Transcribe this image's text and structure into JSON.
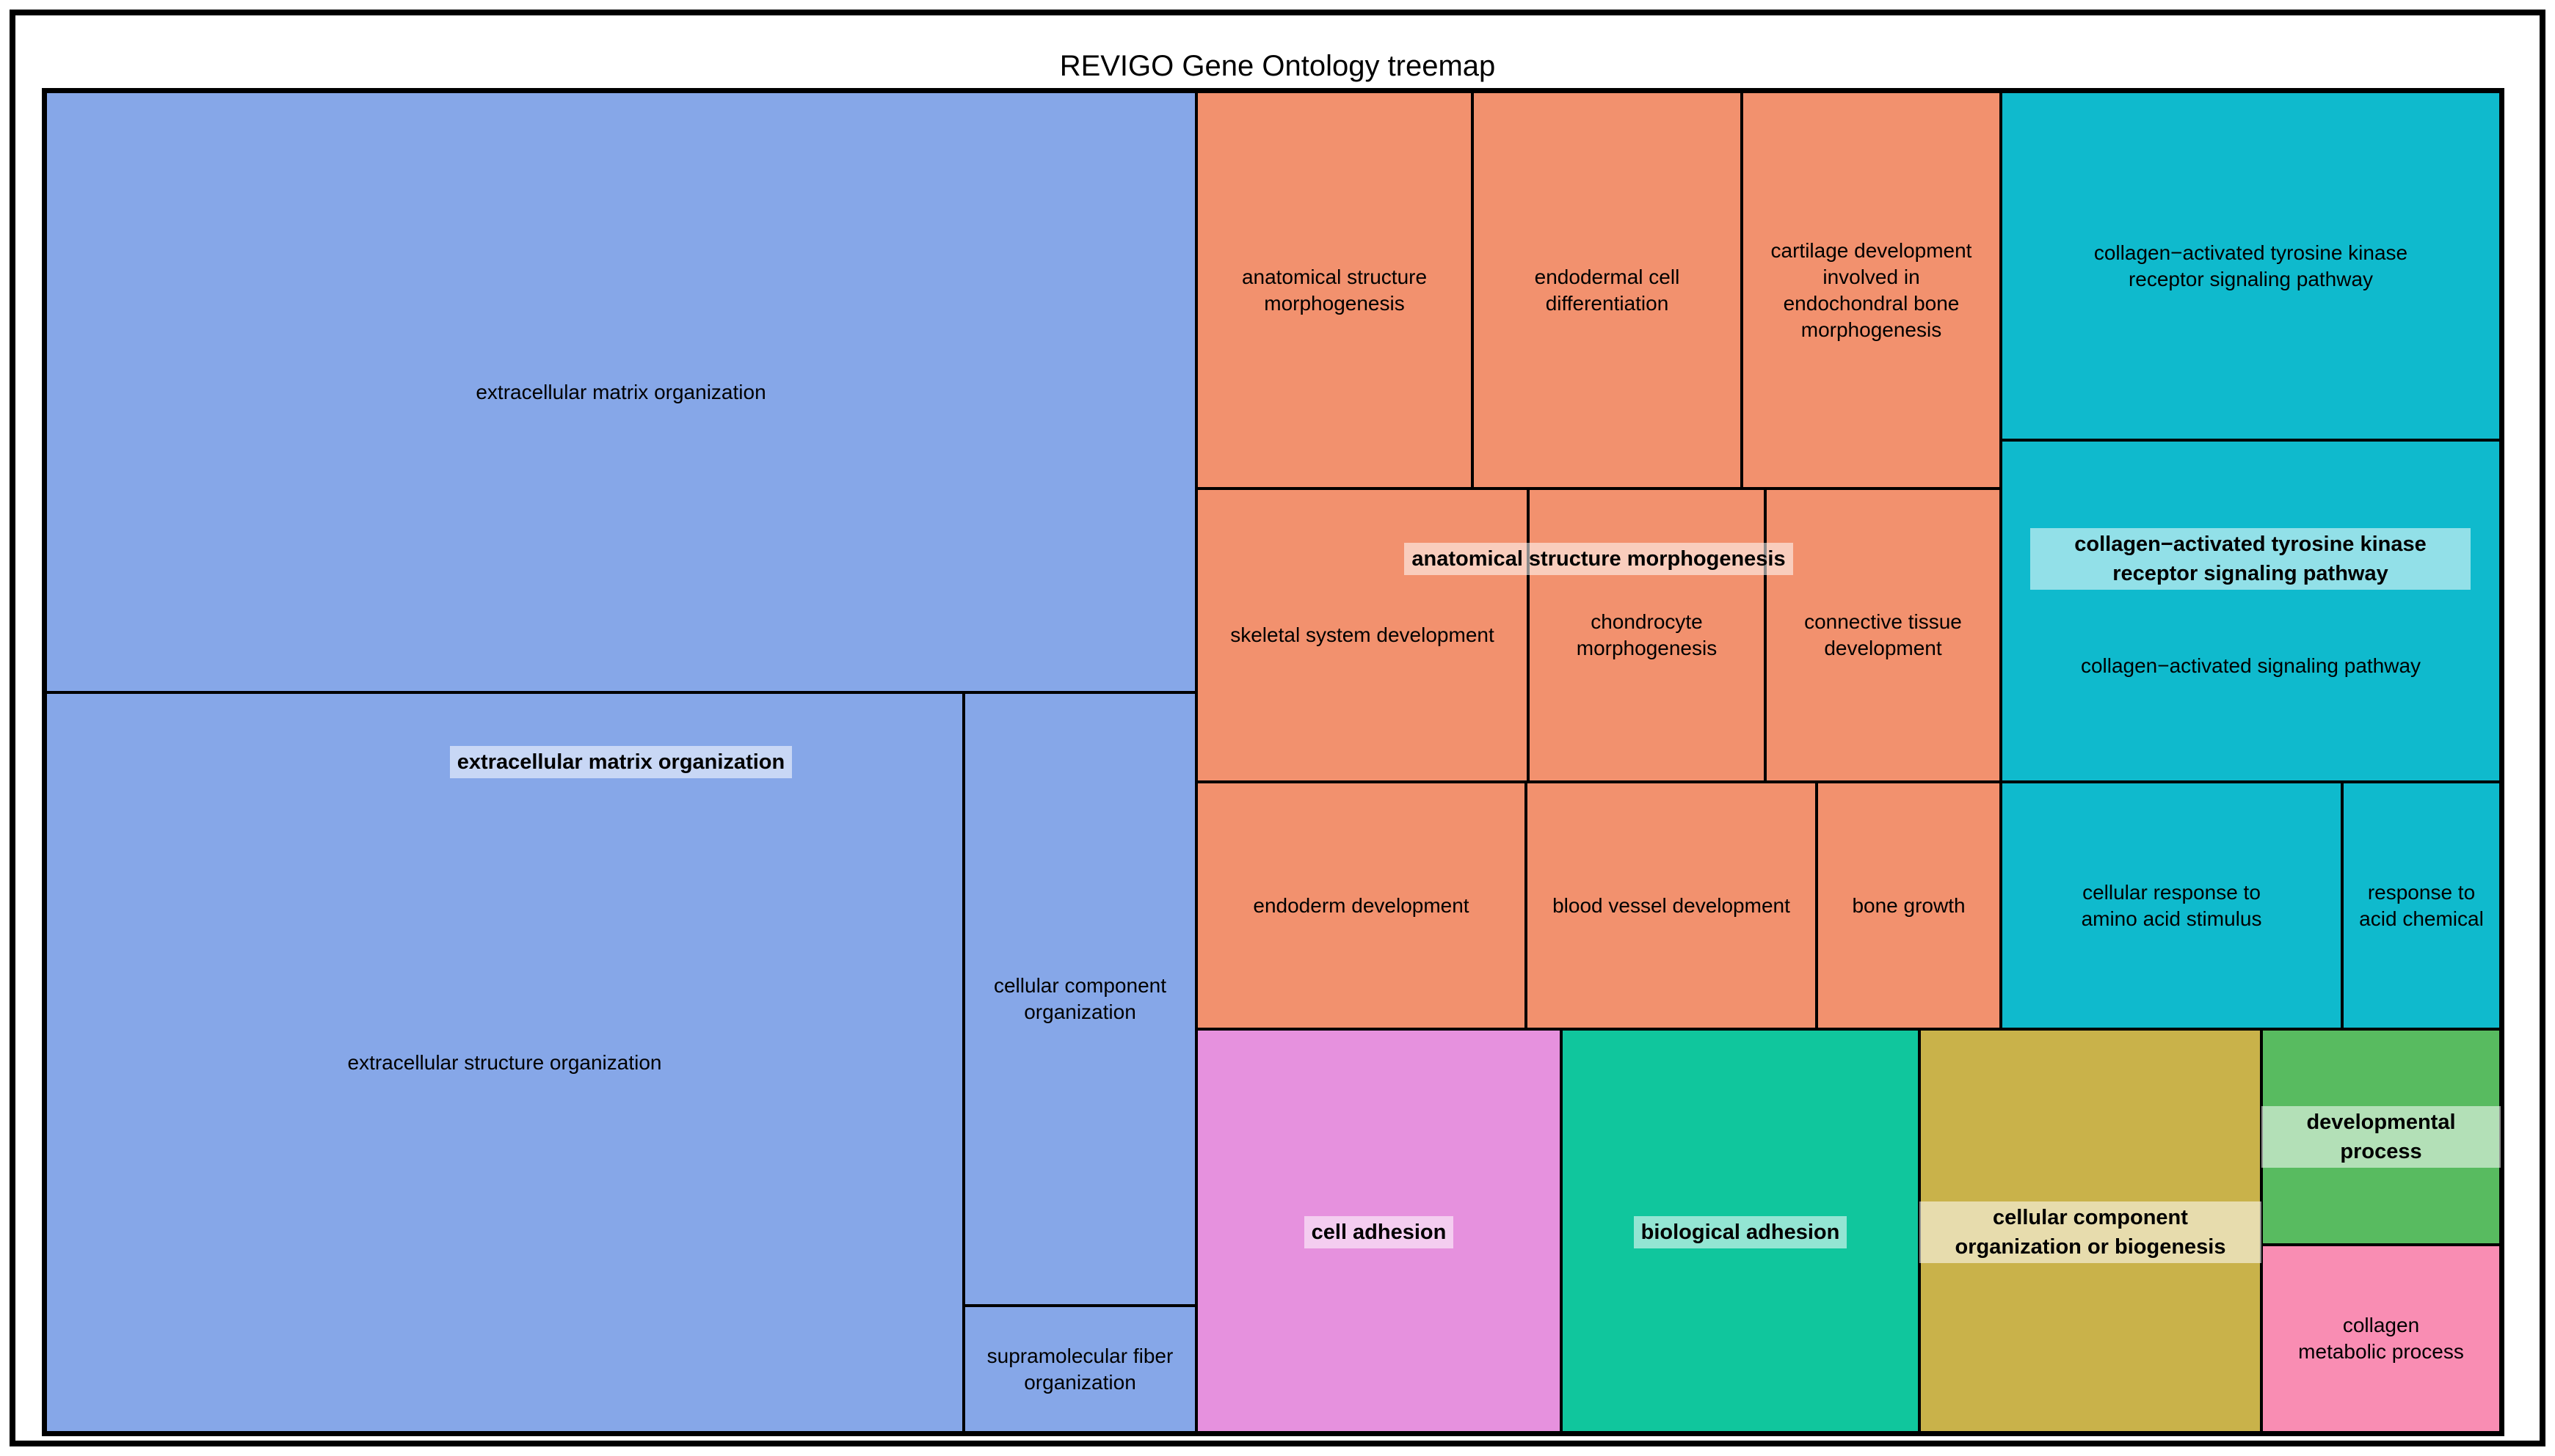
{
  "title": "REVIGO Gene Ontology treemap",
  "colors": {
    "blue": "#86A7E8",
    "orange": "#F2916E",
    "cyan": "#0FBACD",
    "violet": "#E691DE",
    "teal": "#10C69D",
    "khaki": "#C9B24A",
    "green": "#58BB60",
    "pink": "#F98DB3",
    "label_bg": "rgba(255,255,255,0.55)"
  },
  "cluster_labels": {
    "blue": "extracellular matrix organization",
    "orange": "anatomical structure morphogenesis",
    "cyan": "collagen−activated tyrosine kinase receptor signaling pathway",
    "violet": "cell adhesion",
    "teal": "biological adhesion",
    "khaki": "cellular component organization or biogenesis",
    "green": "developmental process"
  },
  "cells": {
    "emo": "extracellular matrix organization",
    "eso": "extracellular structure organization",
    "cco": "cellular component organization",
    "sfo": "supramolecular fiber organization",
    "asm": "anatomical structure morphogenesis",
    "ecd": "endodermal cell differentiation",
    "cartilage": "cartilage development involved in endochondral bone morphogenesis",
    "ssd": "skeletal system development",
    "chondro": "chondrocyte morphogenesis",
    "ctd": "connective tissue development",
    "endoderm": "endoderm development",
    "bvd": "blood vessel development",
    "bone": "bone growth",
    "catk": "collagen−activated tyrosine kinase receptor signaling pathway",
    "casp": "collagen−activated signaling pathway",
    "cras": "cellular response to amino acid stimulus",
    "rac": "response to acid chemical",
    "cma": "collagen metabolic process"
  },
  "chart_data": {
    "type": "treemap",
    "title": "REVIGO Gene Ontology treemap",
    "groups": [
      {
        "name": "extracellular matrix organization",
        "color": "#86A7E8",
        "children": [
          {
            "label": "extracellular matrix organization",
            "area_pct": 21.0
          },
          {
            "label": "extracellular structure organization",
            "area_pct": 20.6
          },
          {
            "label": "cellular component organization",
            "area_pct": 4.3
          },
          {
            "label": "supramolecular fiber organization",
            "area_pct": 0.9
          }
        ]
      },
      {
        "name": "anatomical structure morphogenesis",
        "color": "#F2916E",
        "children": [
          {
            "label": "anatomical structure morphogenesis",
            "area_pct": 3.3
          },
          {
            "label": "endodermal cell differentiation",
            "area_pct": 3.2
          },
          {
            "label": "cartilage development involved in endochondral bone morphogenesis",
            "area_pct": 3.1
          },
          {
            "label": "skeletal system development",
            "area_pct": 3.0
          },
          {
            "label": "chondrocyte morphogenesis",
            "area_pct": 2.1
          },
          {
            "label": "connective tissue development",
            "area_pct": 2.1
          },
          {
            "label": "endoderm development",
            "area_pct": 2.5
          },
          {
            "label": "blood vessel development",
            "area_pct": 2.2
          },
          {
            "label": "bone growth",
            "area_pct": 1.4
          }
        ]
      },
      {
        "name": "collagen−activated tyrosine kinase receptor signaling pathway",
        "color": "#0FBACD",
        "children": [
          {
            "label": "collagen−activated tyrosine kinase receptor signaling pathway",
            "area_pct": 5.3
          },
          {
            "label": "collagen−activated signaling pathway",
            "area_pct": 5.2
          },
          {
            "label": "cellular response to amino acid stimulus",
            "area_pct": 2.6
          },
          {
            "label": "response to acid chemical",
            "area_pct": 1.2
          }
        ]
      },
      {
        "name": "cell adhesion",
        "color": "#E691DE",
        "children": [
          {
            "label": "cell adhesion",
            "area_pct": 4.5
          }
        ]
      },
      {
        "name": "biological adhesion",
        "color": "#10C69D",
        "children": [
          {
            "label": "biological adhesion",
            "area_pct": 4.4
          }
        ]
      },
      {
        "name": "cellular component organization or biogenesis",
        "color": "#C9B24A",
        "children": [
          {
            "label": "cellular component organization or biogenesis",
            "area_pct": 4.2
          }
        ]
      },
      {
        "name": "developmental process",
        "color": "#58BB60",
        "children": [
          {
            "label": "developmental process",
            "area_pct": 1.6
          }
        ]
      },
      {
        "name": "collagen metabolic process",
        "color": "#F98DB3",
        "children": [
          {
            "label": "collagen metabolic process",
            "area_pct": 1.4
          }
        ]
      }
    ]
  }
}
